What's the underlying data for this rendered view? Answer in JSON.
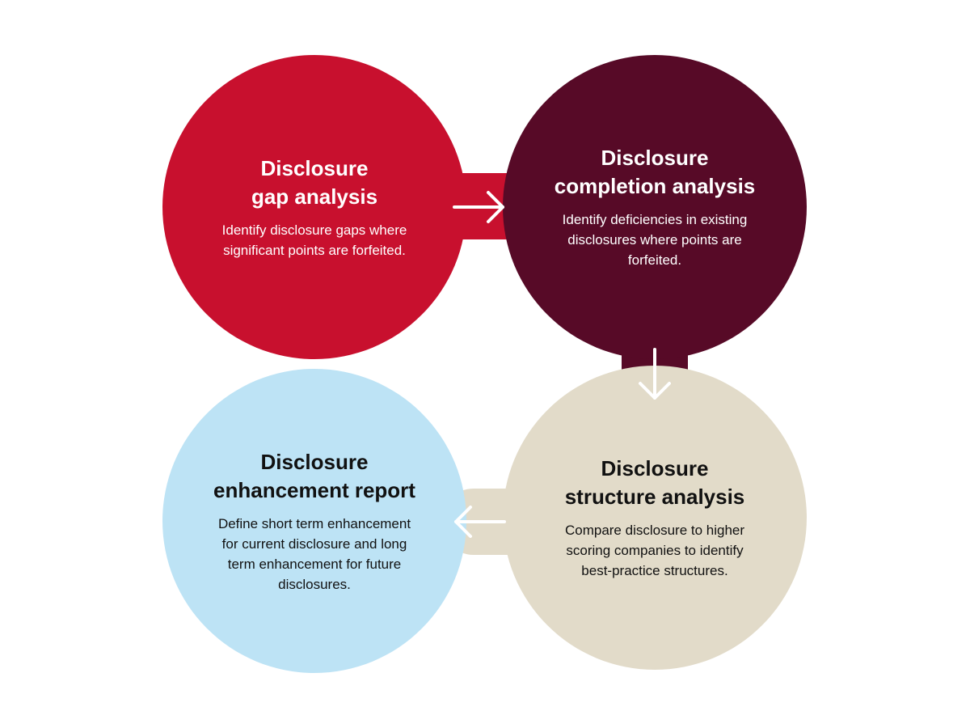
{
  "colors": {
    "red": "#c8102e",
    "maroon": "#570a27",
    "beige": "#e2dbc9",
    "light_blue": "#bde3f5",
    "white_text": "#ffffff",
    "dark_text": "#111111"
  },
  "steps": [
    {
      "title_lines": [
        "Disclosure",
        "gap analysis"
      ],
      "description_lines": [
        "Identify disclosure gaps where",
        "significant points are forfeited."
      ]
    },
    {
      "title_lines": [
        "Disclosure",
        "completion analysis"
      ],
      "description_lines": [
        "Identify deficiencies in existing",
        "disclosures where points are",
        "forfeited."
      ]
    },
    {
      "title_lines": [
        "Disclosure",
        "structure analysis"
      ],
      "description_lines": [
        "Compare disclosure to higher",
        "scoring companies to identify",
        "best-practice structures."
      ]
    },
    {
      "title_lines": [
        "Disclosure",
        "enhancement report"
      ],
      "description_lines": [
        "Define short term enhancement",
        "for current disclosure and long",
        "term enhancement for future",
        "disclosures."
      ]
    }
  ],
  "connectors": [
    {
      "from": "Disclosure gap analysis",
      "to": "Disclosure completion analysis",
      "icon": "arrow-right-icon"
    },
    {
      "from": "Disclosure completion analysis",
      "to": "Disclosure structure analysis",
      "icon": "arrow-down-icon"
    },
    {
      "from": "Disclosure structure analysis",
      "to": "Disclosure enhancement report",
      "icon": "arrow-left-icon"
    }
  ]
}
